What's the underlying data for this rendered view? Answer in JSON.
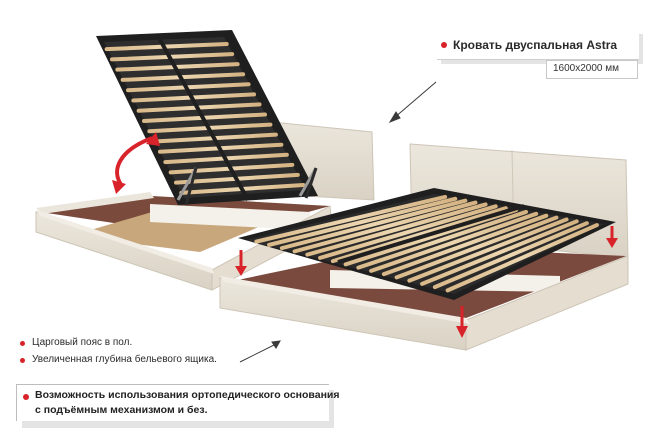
{
  "product": {
    "title": "Кровать двуспальная Astra",
    "size": "1600х2000 мм"
  },
  "features": [
    "Царговый пояс в пол.",
    "Увеличенная глубина бельевого ящика."
  ],
  "note": {
    "line1": "Возможность использования ортопедического основания",
    "line2": "с подъёмным механизмом и без."
  },
  "colors": {
    "accent": "#d8232a",
    "upholstery": "#e7e1d6",
    "frame": "#2b2b2b",
    "slat": "#e2c9a0",
    "interior": "#6d4136"
  }
}
